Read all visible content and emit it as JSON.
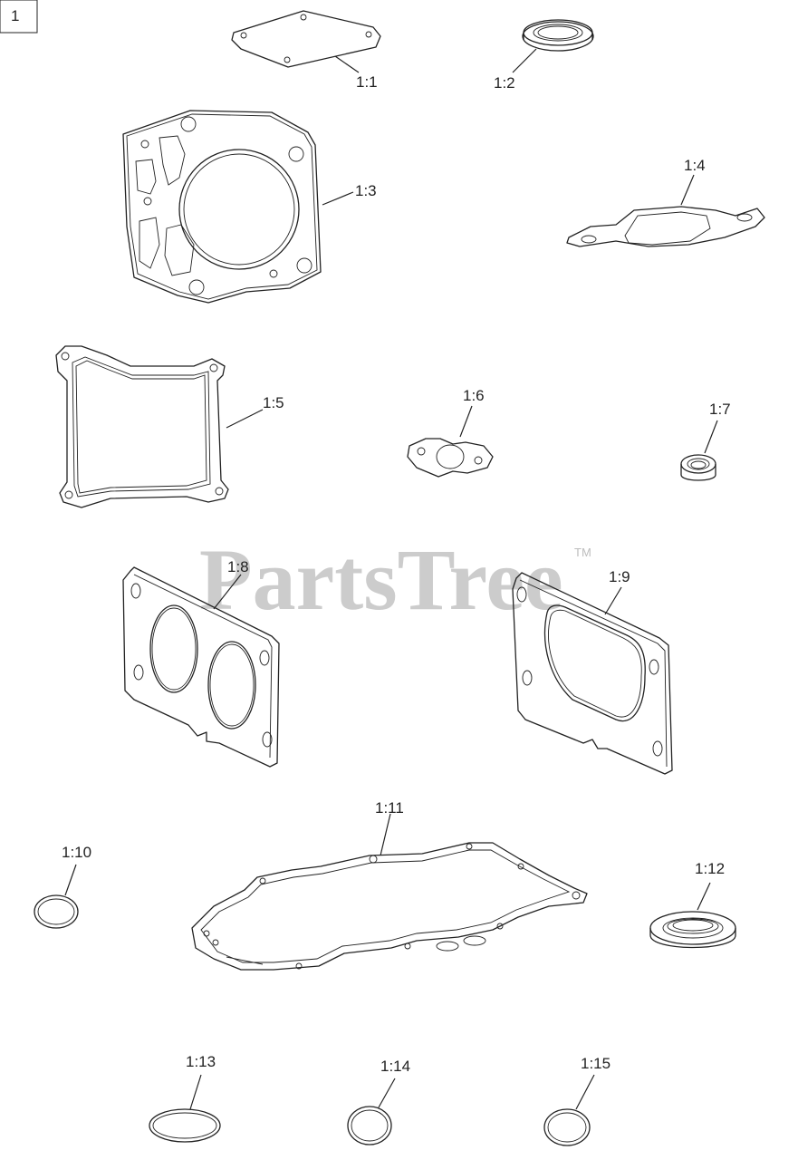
{
  "page_number": "1",
  "watermark": {
    "text": "PartsTree",
    "trademark": "TM"
  },
  "parts": [
    {
      "id": "p1",
      "label": "1:1",
      "icon": "cover-gasket-icon"
    },
    {
      "id": "p2",
      "label": "1:2",
      "icon": "oil-seal-icon"
    },
    {
      "id": "p3",
      "label": "1:3",
      "icon": "cylinder-head-gasket-icon"
    },
    {
      "id": "p4",
      "label": "1:4",
      "icon": "flange-gasket-icon"
    },
    {
      "id": "p5",
      "label": "1:5",
      "icon": "valve-cover-gasket-icon"
    },
    {
      "id": "p6",
      "label": "1:6",
      "icon": "exhaust-gasket-icon"
    },
    {
      "id": "p7",
      "label": "1:7",
      "icon": "small-seal-icon"
    },
    {
      "id": "p8",
      "label": "1:8",
      "icon": "intake-gasket-icon"
    },
    {
      "id": "p9",
      "label": "1:9",
      "icon": "plate-gasket-icon"
    },
    {
      "id": "p10",
      "label": "1:10",
      "icon": "o-ring-icon"
    },
    {
      "id": "p11",
      "label": "1:11",
      "icon": "crankcase-gasket-icon"
    },
    {
      "id": "p12",
      "label": "1:12",
      "icon": "crankshaft-seal-icon"
    },
    {
      "id": "p13",
      "label": "1:13",
      "icon": "o-ring-icon"
    },
    {
      "id": "p14",
      "label": "1:14",
      "icon": "o-ring-icon"
    },
    {
      "id": "p15",
      "label": "1:15",
      "icon": "o-ring-icon"
    }
  ]
}
